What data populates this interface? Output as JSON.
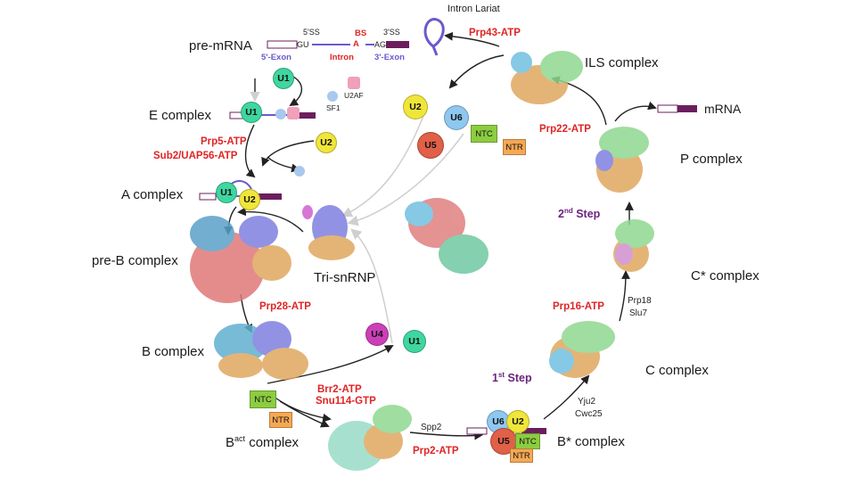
{
  "colors": {
    "u1": "#3fd6a0",
    "u2": "#f0e63a",
    "u5": "#e06048",
    "u6": "#8ec8f0",
    "u4": "#cc3fb8",
    "ntc": "#8ccc40",
    "ntr": "#f5a854",
    "red_label": "#e02424",
    "step_label": "#6b2480",
    "exon": "#6b1e5e",
    "arrow": "#222222",
    "faint_arrow": "#cfcfcf"
  },
  "pre_mrna": {
    "title": "pre-mRNA",
    "ss5": "5'SS",
    "ss3": "3'SS",
    "bs": "BS",
    "gu": "GU",
    "a": "A",
    "ag": "AG",
    "exon5": "5'-Exon",
    "intron": "Intron",
    "exon3": "3'-Exon"
  },
  "factors": {
    "u2af": "U2AF",
    "sf1": "SF1",
    "spp2": "Spp2",
    "yju2": "Yju2",
    "cwc25": "Cwc25",
    "prp18": "Prp18",
    "slu7": "Slu7",
    "intron_lariat": "Intron Lariat",
    "mrna": "mRNA",
    "tri_snrnp": "Tri-snRNP"
  },
  "complexes": {
    "e": "E complex",
    "a": "A complex",
    "pre_b": "pre-B complex",
    "b": "B complex",
    "bact_main": "B",
    "bact_sup": "act",
    "bact_tail": " complex",
    "bstar": "B* complex",
    "c": "C complex",
    "cstar": "C* complex",
    "p": "P complex",
    "ils": "ILS complex"
  },
  "atp_labels": {
    "prp5": "Prp5-ATP",
    "sub2": "Sub2/UAP56-ATP",
    "prp28": "Prp28-ATP",
    "brr2": "Brr2-ATP",
    "snu114": "Snu114-GTP",
    "prp2": "Prp2-ATP",
    "prp16": "Prp16-ATP",
    "prp22": "Prp22-ATP",
    "prp43": "Prp43-ATP"
  },
  "steps": {
    "first_num": "1",
    "first_sup": "st",
    "first_word": " Step",
    "second_num": "2",
    "second_sup": "nd",
    "second_word": " Step"
  },
  "snrnp": {
    "u1": "U1",
    "u2": "U2",
    "u4": "U4",
    "u5": "U5",
    "u6": "U6",
    "ntc": "NTC",
    "ntr": "NTR"
  }
}
